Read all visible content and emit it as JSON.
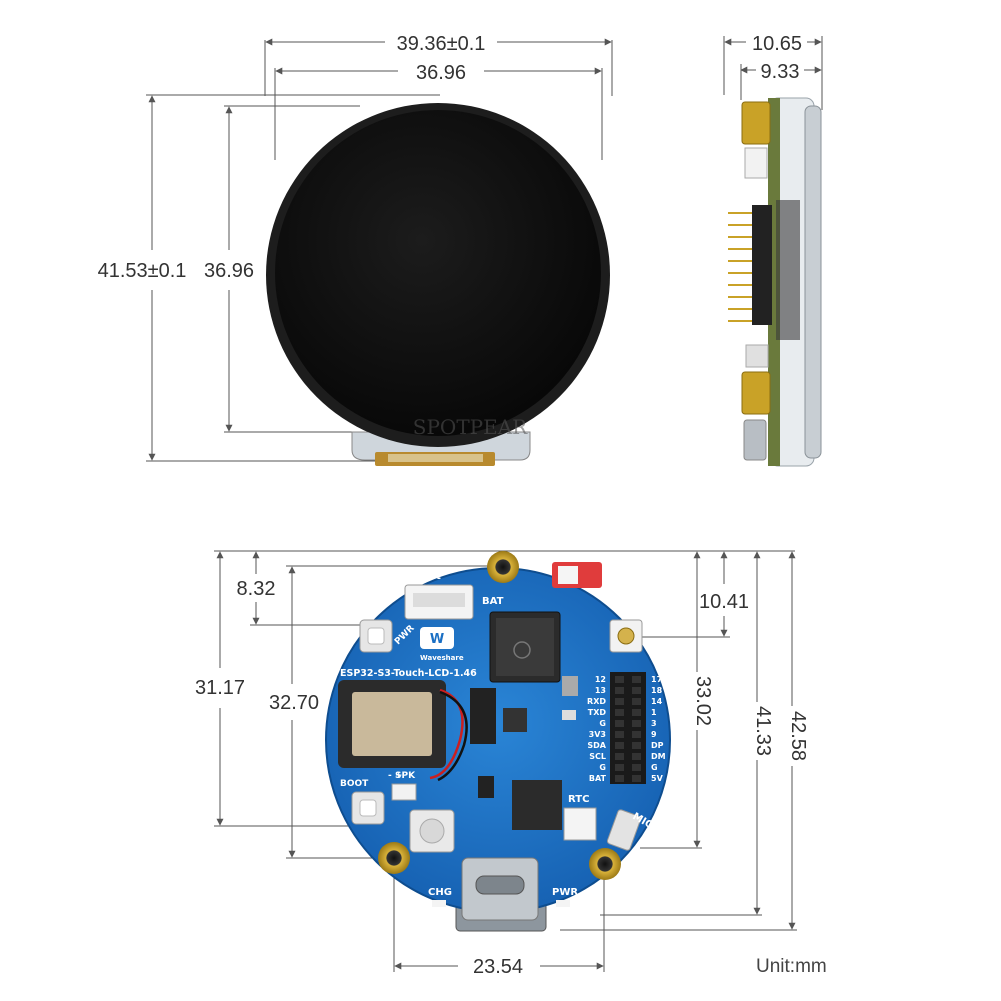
{
  "front_view": {
    "width_outer": "39.36±0.1",
    "width_active": "36.96",
    "height_outer": "41.53±0.1",
    "height_active": "36.96",
    "watermark": "SPOTPEAR"
  },
  "side_view": {
    "thickness_total": "10.65",
    "thickness_module": "9.33"
  },
  "back_view": {
    "dim_hole_top_left": "8.32",
    "dim_hole_top_right": "10.41",
    "dim_left_holes": "31.17",
    "dim_left_board": "32.70",
    "dim_right_holes": "33.02",
    "dim_right_board": "41.33",
    "dim_right_total": "42.58",
    "dim_bottom_holes": "23.54",
    "board_name": "ESP32-S3-Touch-LCD-1.46",
    "brand": "Waveshare",
    "labels": {
      "bat": "BAT",
      "pwr_btn": "PWR",
      "boot": "BOOT",
      "spk": "SPK",
      "rtc": "RTC",
      "mic": "MIC",
      "chg": "CHG",
      "pwr_led": "PWR",
      "battery_polarity": "+ -",
      "spk_polarity": "- +"
    },
    "pins_left": [
      "12",
      "13",
      "RXD",
      "TXD",
      "G",
      "3V3",
      "SDA",
      "SCL",
      "G",
      "BAT"
    ],
    "pins_right": [
      "17",
      "18",
      "14",
      "1",
      "3",
      "9",
      "DP",
      "DM",
      "G",
      "5V"
    ]
  },
  "unit_label": "Unit:mm",
  "colors": {
    "pcb_blue": "#1a6fc4",
    "screen_black": "#111111",
    "gold": "#c9a227",
    "dimension_line": "#555555"
  }
}
